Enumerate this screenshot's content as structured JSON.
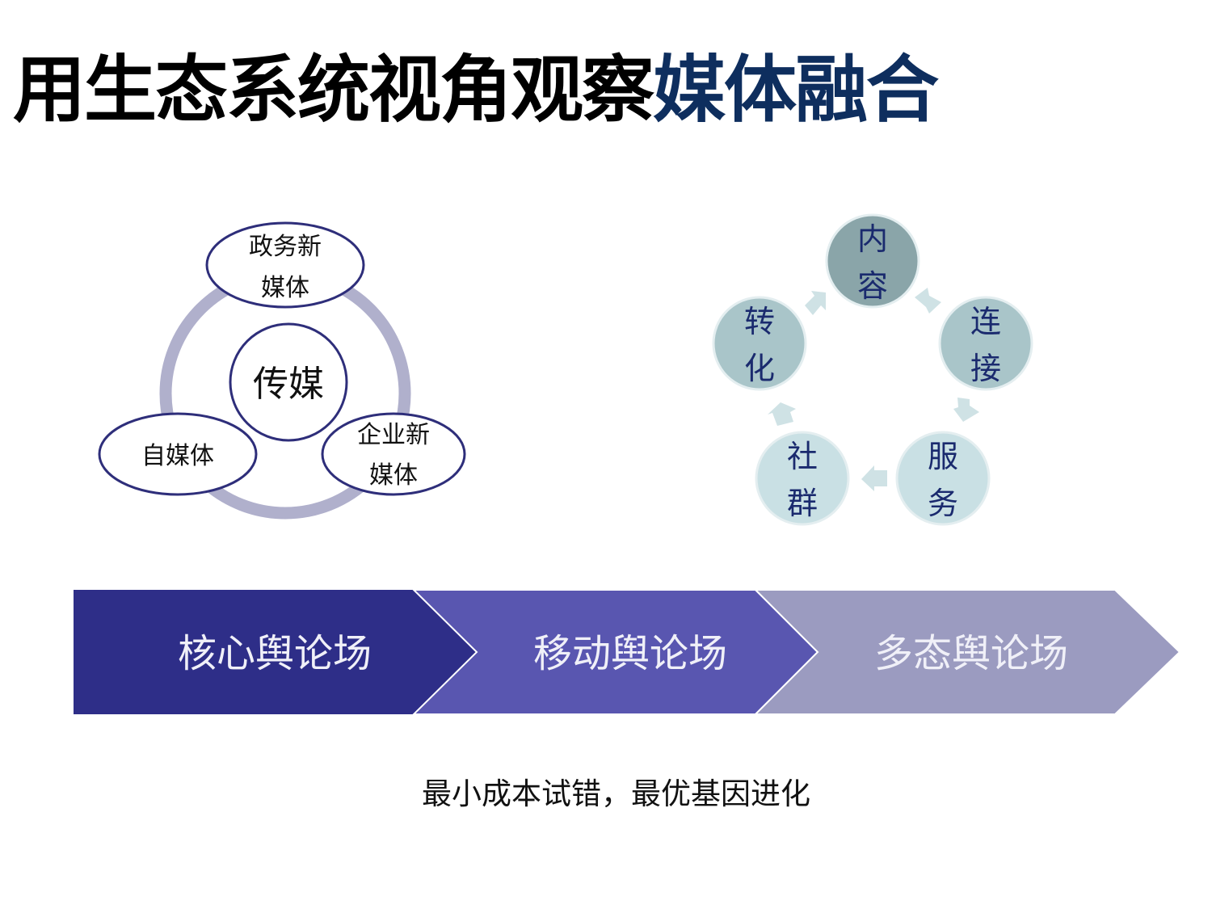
{
  "title": {
    "part1": "用生态系统视角观察",
    "part2": "媒体融合"
  },
  "ecosystem": {
    "center": "传媒",
    "nodes": [
      {
        "line1": "政务新",
        "line2": "媒体"
      },
      {
        "line1": "自媒体",
        "line2": ""
      },
      {
        "line1": "企业新",
        "line2": "媒体"
      }
    ]
  },
  "cycle": {
    "nodes": [
      {
        "line1": "内",
        "line2": "容",
        "color": "#8aa5a9"
      },
      {
        "line1": "连",
        "line2": "接",
        "color": "#a9c5c9"
      },
      {
        "line1": "服",
        "line2": "务",
        "color": "#c9e0e4"
      },
      {
        "line1": "社",
        "line2": "群",
        "color": "#c9e0e4"
      },
      {
        "line1": "转",
        "line2": "化",
        "color": "#a9c5c9"
      }
    ],
    "text_color": "#1a2a6e"
  },
  "stages": [
    {
      "label": "核心舆论场",
      "color": "#2e2e88"
    },
    {
      "label": "移动舆论场",
      "color": "#5956b0"
    },
    {
      "label": "多态舆论场",
      "color": "#9b9bc0"
    }
  ],
  "caption": "最小成本试错，最优基因进化"
}
